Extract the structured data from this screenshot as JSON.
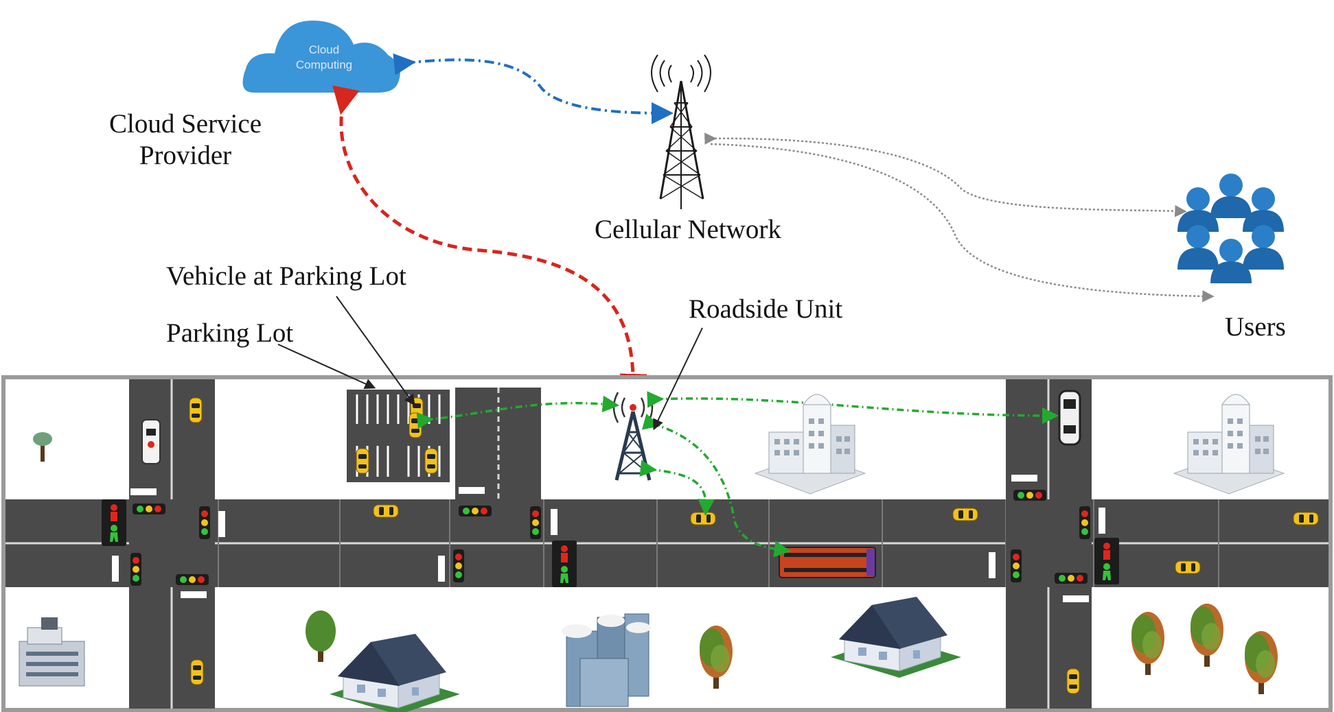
{
  "labels": {
    "cloud_text_line1": "Cloud",
    "cloud_text_line2": "Computing",
    "cloud_service_provider_line1": "Cloud Service",
    "cloud_service_provider_line2": "Provider",
    "cellular_network": "Cellular Network",
    "vehicle_at_parking_lot": "Vehicle at Parking Lot",
    "parking_lot": "Parking Lot",
    "roadside_unit": "Roadside Unit",
    "users": "Users"
  },
  "colors": {
    "cloud": "#3b95d9",
    "cloud_link": "#1f6fc2",
    "rsu_link": "#d7261e",
    "v2x_link": "#22aa2f",
    "user_link": "#8a8a8a",
    "road": "#4a4a4a",
    "car": "#f2c21a",
    "building_roof": "#3a4a63"
  },
  "icons": [
    "cloud-icon",
    "cell-tower-icon",
    "users-icon",
    "roadside-unit-icon",
    "car-icon",
    "bus-icon",
    "ambulance-icon",
    "police-car-icon",
    "traffic-light-icon",
    "pedestrian-signal-icon",
    "house-icon",
    "office-building-icon",
    "tree-icon",
    "parking-lot-icon"
  ]
}
